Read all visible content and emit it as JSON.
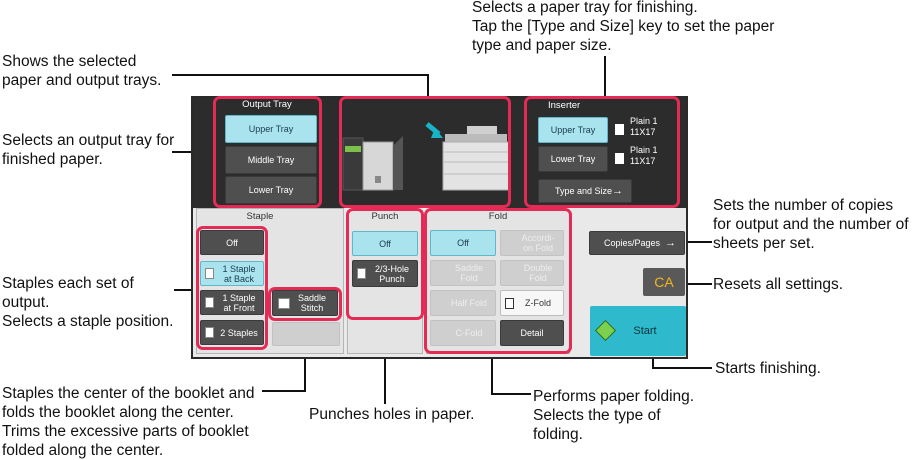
{
  "callouts": {
    "paper_tray": [
      "Selects a paper tray for finishing.",
      "Tap the [Type and Size] key to set the paper",
      "type and paper size."
    ],
    "shows_trays": [
      "Shows the selected",
      "paper and output trays."
    ],
    "output_tray": [
      "Selects an output tray for",
      "finished paper."
    ],
    "copies": [
      "Sets the number of copies",
      "for output and the number of",
      "sheets per set."
    ],
    "resets": "Resets all settings.",
    "staples": [
      "Staples each set of",
      "output.",
      "Selects a staple position."
    ],
    "starts": "Starts finishing.",
    "saddle": [
      "Staples the center of the booklet and",
      "folds the booklet along the center.",
      "Trims the excessive parts of booklet",
      "folded along the center."
    ],
    "punch": "Punches holes in paper.",
    "fold": [
      "Performs paper folding.",
      "Selects the type of",
      "folding."
    ]
  },
  "output_tray": {
    "title": "Output Tray",
    "buttons": [
      "Upper Tray",
      "Middle Tray",
      "Lower Tray"
    ]
  },
  "inserter": {
    "title": "Inserter",
    "upper": "Upper Tray",
    "lower": "Lower Tray",
    "upper_paper": [
      "Plain 1",
      "11X17"
    ],
    "lower_paper": [
      "Plain 1",
      "11X17"
    ],
    "type_size": "Type and Size"
  },
  "staple": {
    "title": "Staple",
    "off": "Off",
    "at_back": [
      "1 Staple",
      "at Back"
    ],
    "at_front": [
      "1 Staple",
      "at Front"
    ],
    "two": "2 Staples",
    "saddle": [
      "Saddle",
      "Stitch"
    ]
  },
  "punch": {
    "title": "Punch",
    "off": "Off",
    "hole": [
      "2/3-Hole",
      "Punch"
    ]
  },
  "fold": {
    "title": "Fold",
    "off": "Off",
    "accordion": [
      "Accordi-",
      "on Fold"
    ],
    "saddle": [
      "Saddle",
      "Fold"
    ],
    "double": [
      "Double",
      "Fold"
    ],
    "half": "Half Fold",
    "z": "Z-Fold",
    "c": "C-Fold",
    "detail": "Detail"
  },
  "side": {
    "copies": "Copies/Pages",
    "ca": "CA",
    "start": "Start"
  },
  "colors": {
    "highlight": "#e32b55",
    "selected": "#a9e4ee",
    "start": "#2fb9cc",
    "ca_bg": "#595959",
    "ca_text": "#f2b61d"
  }
}
